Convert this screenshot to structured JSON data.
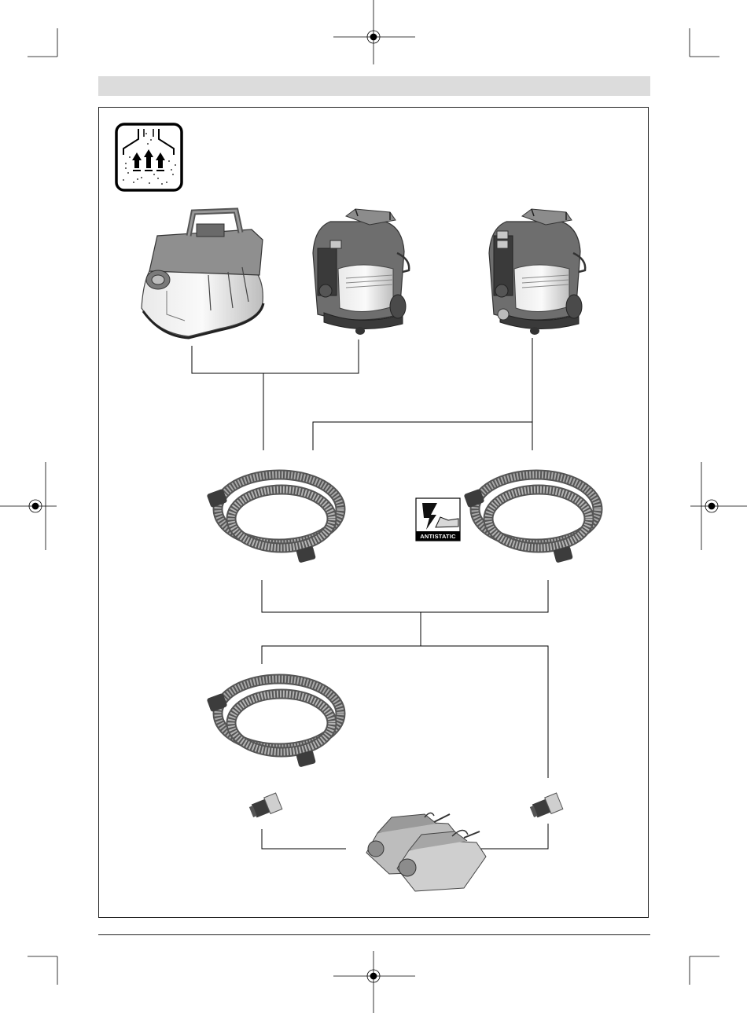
{
  "page": {
    "header_band_color": "#dcdcdc",
    "frame_color": "#222222"
  },
  "badges": {
    "antistatic_label": "ANTISTATIC"
  },
  "icons": {
    "dust_extraction": "dust-extraction-icon",
    "antistatic": "antistatic-icon"
  },
  "devices": {
    "vacuums": [
      "compact-vacuum",
      "vacuum-30l",
      "vacuum-30l-antistatic"
    ],
    "hoses": [
      "hose-standard",
      "hose-antistatic",
      "hose-tool"
    ],
    "adapters": [
      "adapter-left",
      "adapter-right"
    ],
    "tool": "planer"
  }
}
